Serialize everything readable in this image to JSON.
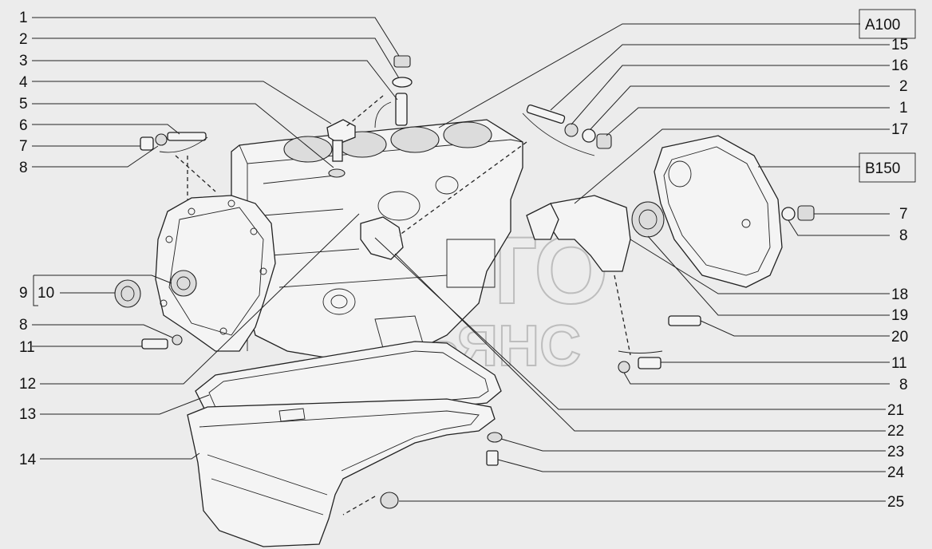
{
  "callouts_left": [
    "1",
    "2",
    "3",
    "4",
    "5",
    "6",
    "7",
    "8",
    "9",
    "10",
    "8",
    "11",
    "12",
    "13",
    "14"
  ],
  "callouts_right": [
    "15",
    "16",
    "2",
    "1",
    "17",
    "7",
    "8",
    "18",
    "19",
    "20",
    "11",
    "8",
    "21",
    "22",
    "23",
    "24",
    "25"
  ],
  "refs": {
    "a": "A100",
    "b": "B150"
  },
  "watermark": {
    "line1": "АВТО",
    "line2": "АЛЬЯНС"
  }
}
